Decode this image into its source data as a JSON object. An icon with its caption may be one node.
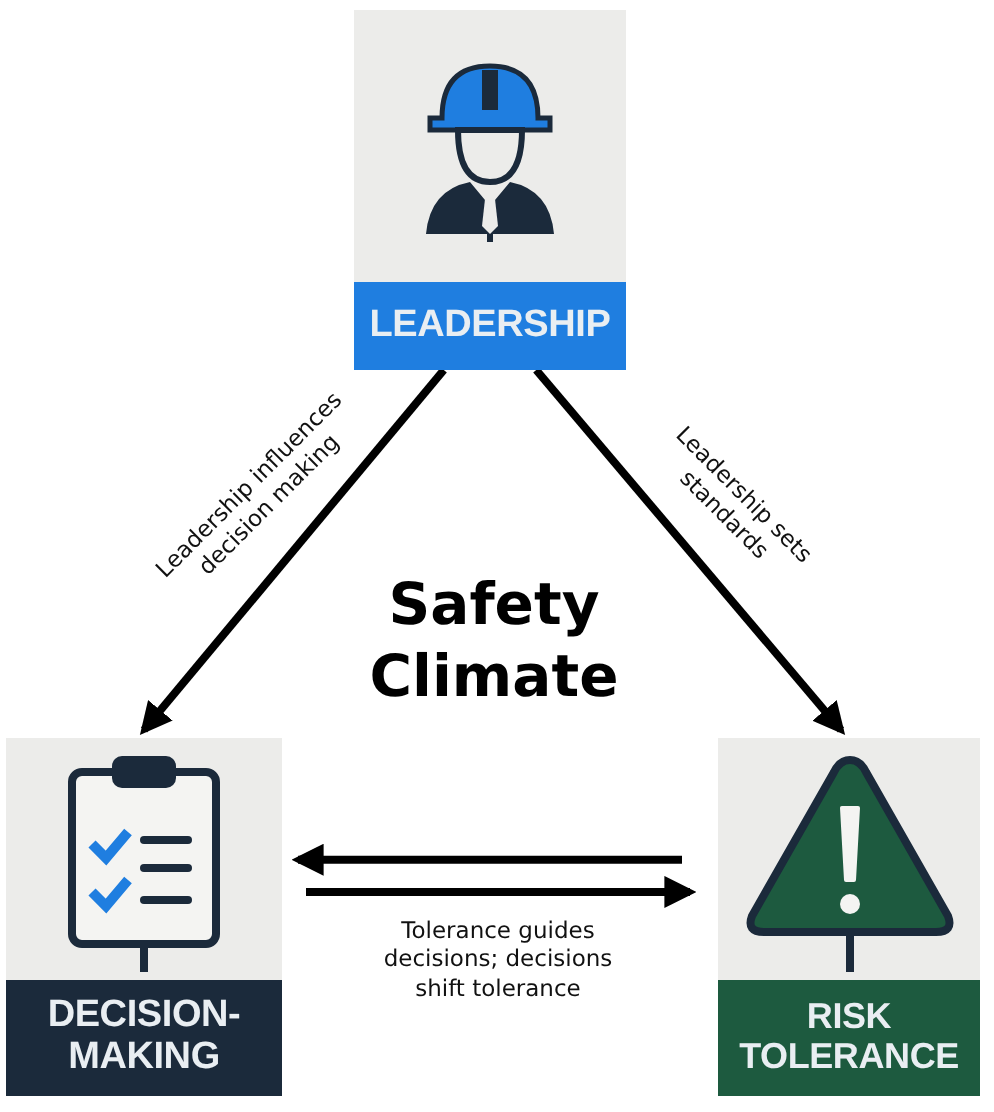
{
  "diagram": {
    "title": "Safety Climate",
    "nodes": [
      {
        "text": [
          "LEADERSHIP"
        ]
      },
      {
        "text": [
          "DECISION-MAKING"
        ]
      },
      {
        "text": [
          "RISK TOLERANCE"
        ]
      }
    ],
    "edges": [
      {
        "from": 0,
        "to": 1,
        "arrow": "to",
        "label": "Leadership influences decision making"
      },
      {
        "from": 0,
        "to": 2,
        "arrow": "to",
        "label": "Leadership sets standards"
      },
      {
        "from": 2,
        "to": 1,
        "arrow": "to"
      },
      {
        "from": 1,
        "to": 2,
        "arrow": "to",
        "label": "Tolerance guides decisions; decisions shift tolerance"
      }
    ]
  }
}
